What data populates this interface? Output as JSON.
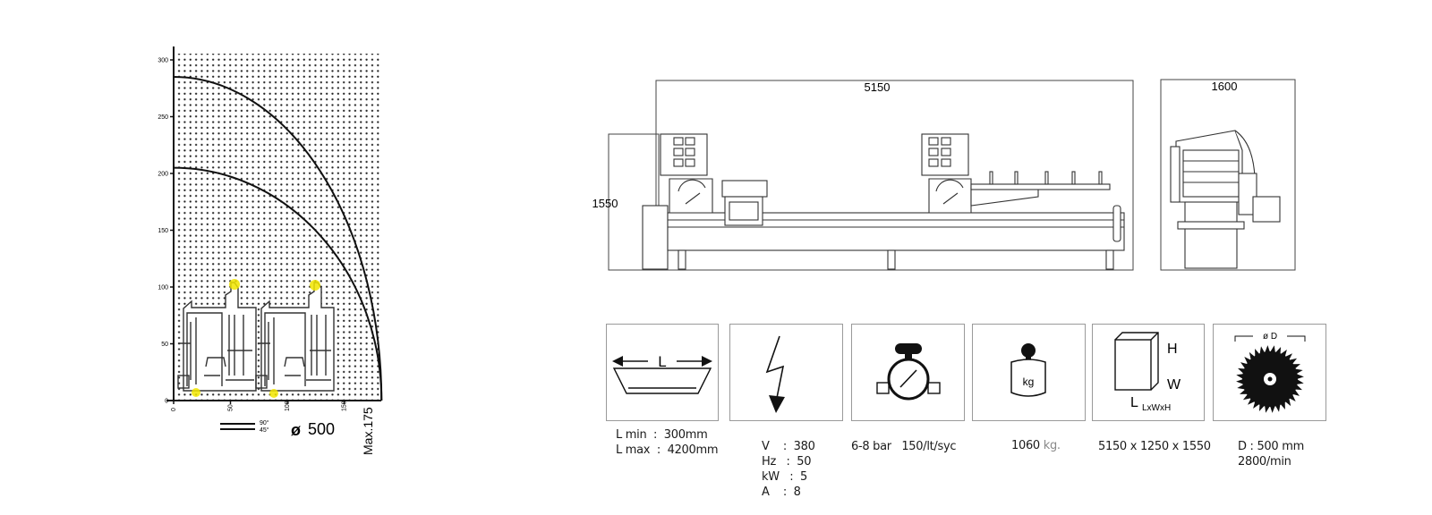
{
  "cutting_chart": {
    "y_ticks": [
      "0",
      "50",
      "100",
      "150",
      "200",
      "250",
      "300"
    ],
    "x_ticks": [
      "0",
      "50",
      "100",
      "150"
    ],
    "legend_angles": [
      "90°",
      "45°"
    ],
    "blade_symbol": "ø",
    "blade_diameter": "500",
    "max_label": "Max.175",
    "curves": [
      {
        "name": "90°",
        "radius": 205
      },
      {
        "name": "45°",
        "radius": 285
      }
    ]
  },
  "machine_drawing": {
    "length": "5150",
    "height": "1550",
    "depth": "1600"
  },
  "specs": [
    {
      "icon": "profile-length-icon",
      "icon_label": "L",
      "lines": [
        "L min  :  300mm",
        "L max  :  4200mm"
      ]
    },
    {
      "icon": "electric-power-icon",
      "lines": [
        "V    :  380",
        "Hz   :  50",
        "kW   :  5",
        "A    :  8"
      ]
    },
    {
      "icon": "air-pressure-gauge-icon",
      "lines": [
        "6-8 bar   150/lt/syc"
      ]
    },
    {
      "icon": "weight-icon",
      "icon_label": "kg",
      "value": "1060",
      "unit": "kg."
    },
    {
      "icon": "dimensions-box-icon",
      "icon_labels": [
        "H",
        "W",
        "L",
        "LxWxH"
      ],
      "lines": [
        "5150 x 1250 x 1550"
      ]
    },
    {
      "icon": "saw-blade-icon",
      "icon_label": "ø D",
      "lines": [
        "D : 500 mm",
        "2800/min"
      ]
    }
  ],
  "colors": {
    "line": "#1a1a1a",
    "grid_dot": "#222222",
    "highlight": "#f2e600",
    "box_border": "#9a9a9a"
  }
}
